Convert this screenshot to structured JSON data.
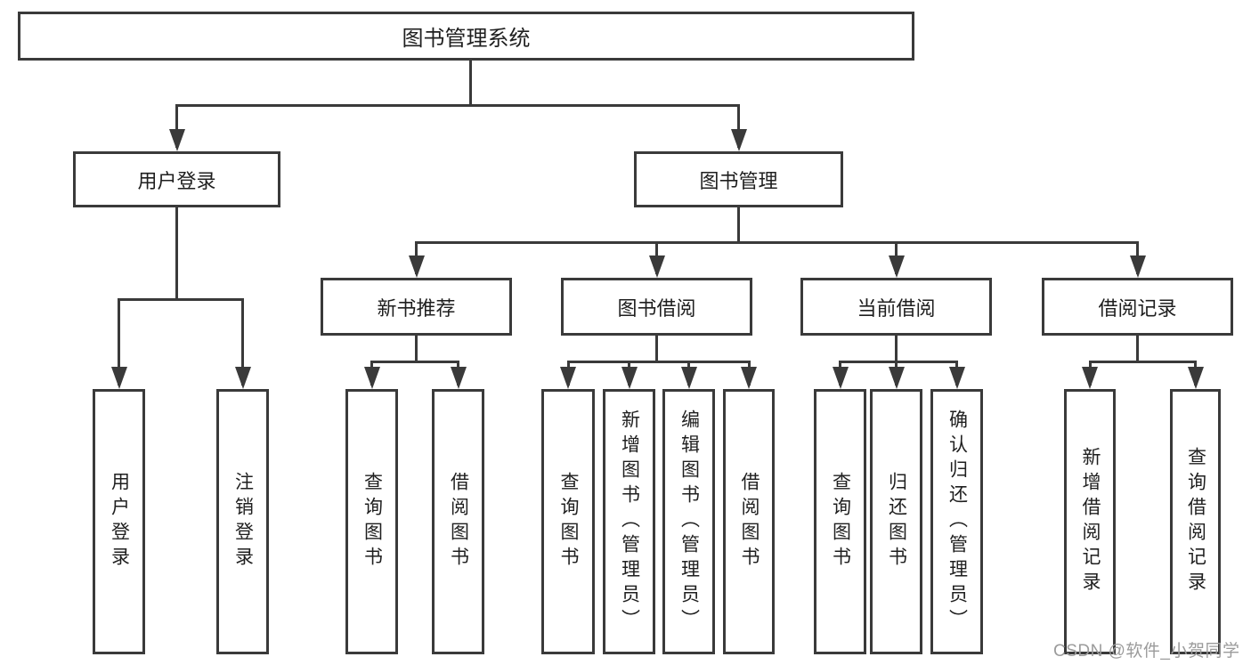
{
  "colors": {
    "background": "#ffffff",
    "box_fill": "#ffffff",
    "box_border": "#3a3a3a",
    "connector_line": "#3a3a3a",
    "text": "#1f1f1f",
    "watermark_text": "#9b9b9b"
  },
  "watermark": {
    "text": "CSDN @软件_小贺同学"
  },
  "diagram": {
    "type": "tree",
    "title": "图书管理系统",
    "nodes": [
      {
        "id": "system",
        "label": "图书管理系统",
        "parent": null,
        "level": 1
      },
      {
        "id": "login-module",
        "label": "用户登录",
        "parent": "system",
        "level": 2
      },
      {
        "id": "book-management-module",
        "label": "图书管理",
        "parent": "system",
        "level": 2
      },
      {
        "id": "new-book-recommend",
        "label": "新书推荐",
        "parent": "book-management-module",
        "level": 3
      },
      {
        "id": "book-borrow",
        "label": "图书借阅",
        "parent": "book-management-module",
        "level": 3
      },
      {
        "id": "current-borrow",
        "label": "当前借阅",
        "parent": "book-management-module",
        "level": 3
      },
      {
        "id": "borrow-records",
        "label": "借阅记录",
        "parent": "book-management-module",
        "level": 3
      },
      {
        "id": "leaf-user-login",
        "label": "用户登录",
        "parent": "login-module",
        "level": 4
      },
      {
        "id": "leaf-logout",
        "label": "注销登录",
        "parent": "login-module",
        "level": 4
      },
      {
        "id": "leaf-nb-query-book",
        "label": "查询图书",
        "parent": "new-book-recommend",
        "level": 4
      },
      {
        "id": "leaf-nb-borrow-book",
        "label": "借阅图书",
        "parent": "new-book-recommend",
        "level": 4
      },
      {
        "id": "leaf-bb-query-book",
        "label": "查询图书",
        "parent": "book-borrow",
        "level": 4
      },
      {
        "id": "leaf-bb-add-book-admin",
        "label": "新增图书（管理员）",
        "parent": "book-borrow",
        "level": 4
      },
      {
        "id": "leaf-bb-edit-book-admin",
        "label": "编辑图书（管理员）",
        "parent": "book-borrow",
        "level": 4
      },
      {
        "id": "leaf-bb-borrow-book",
        "label": "借阅图书",
        "parent": "book-borrow",
        "level": 4
      },
      {
        "id": "leaf-cb-query-book",
        "label": "查询图书",
        "parent": "current-borrow",
        "level": 4
      },
      {
        "id": "leaf-cb-return-book",
        "label": "归还图书",
        "parent": "current-borrow",
        "level": 4
      },
      {
        "id": "leaf-cb-confirm-return-admin",
        "label": "确认归还（管理员）",
        "parent": "current-borrow",
        "level": 4
      },
      {
        "id": "leaf-br-add-record",
        "label": "新增借阅记录",
        "parent": "borrow-records",
        "level": 4
      },
      {
        "id": "leaf-br-query-record",
        "label": "查询借阅记录",
        "parent": "borrow-records",
        "level": 4
      }
    ]
  }
}
